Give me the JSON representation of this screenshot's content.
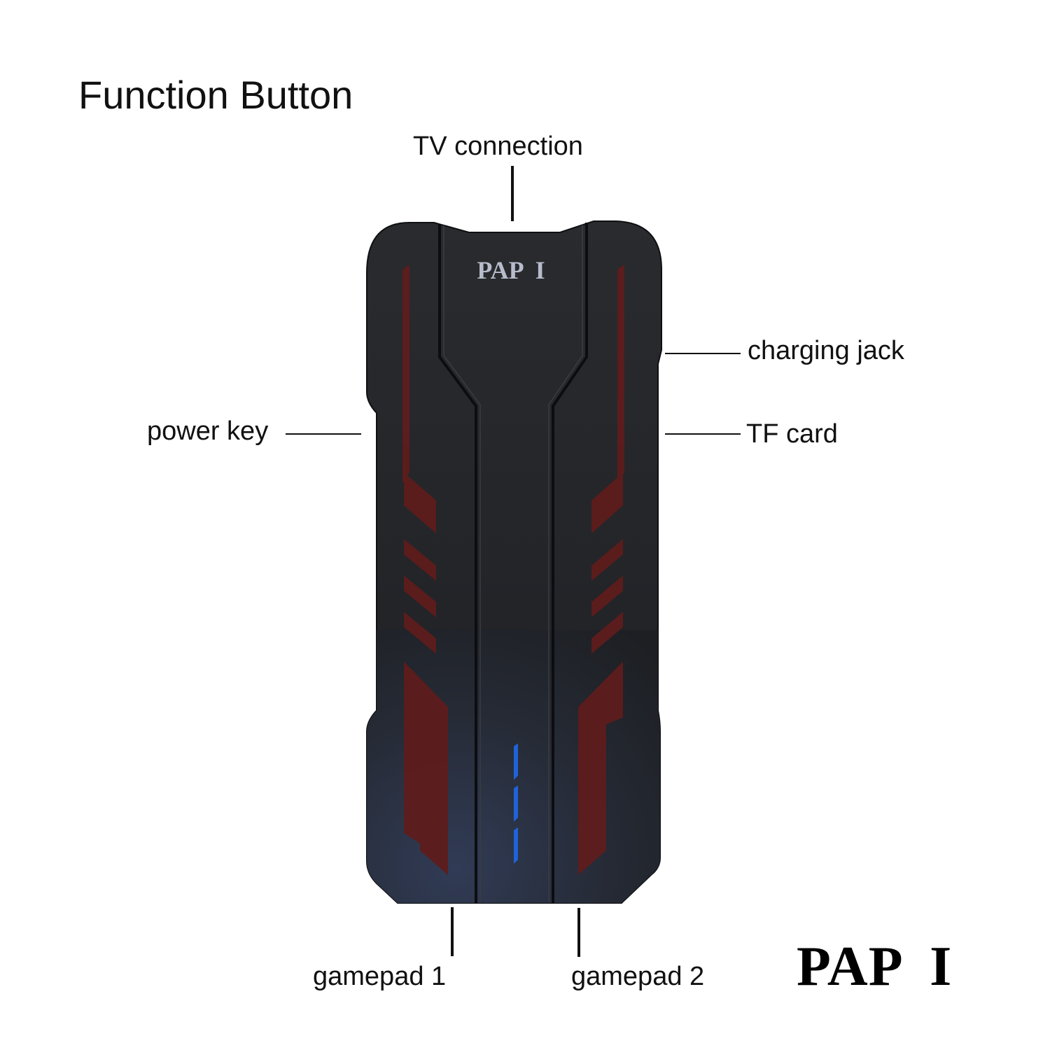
{
  "title": "Function Button",
  "labels": {
    "tv_connection": "TV connection",
    "charging_jack": "charging jack",
    "power_key": "power key",
    "tf_card": "TF card",
    "gamepad_1": "gamepad 1",
    "gamepad_2": "gamepad 2"
  },
  "device": {
    "logo": "PAP  I",
    "body_color": "#1c1f24",
    "accent_red": "#6e1f1f",
    "led_blue": "#1f63d8",
    "led_count": 3
  },
  "brand": "PAP  I"
}
